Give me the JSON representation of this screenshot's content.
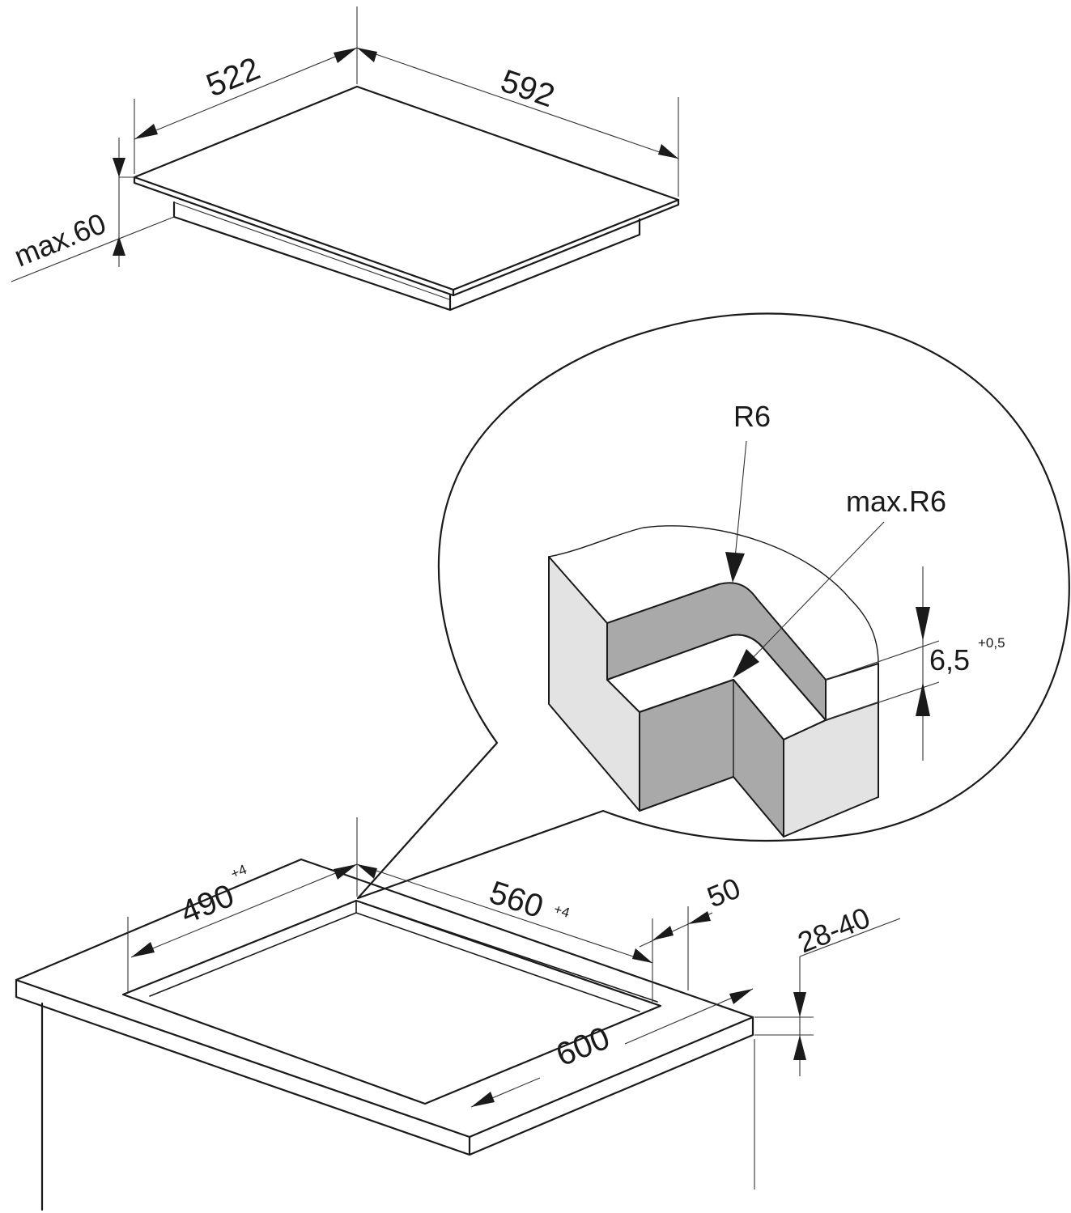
{
  "hob": {
    "depth_label": "522",
    "width_label": "592",
    "height_label": "max.60"
  },
  "detail": {
    "outer_radius_label": "R6",
    "inner_radius_label": "max.R6",
    "step_label": "6,5",
    "step_tolerance": "+0,5"
  },
  "cutout": {
    "depth_label": "490",
    "depth_tolerance": "+4",
    "width_label": "560",
    "width_tolerance": "+4",
    "rear_gap_label": "50",
    "worktop_thickness_label": "28-40",
    "worktop_depth_label": "600"
  },
  "colors": {
    "line": "#1a1a1a",
    "shade_light": "#e3e3e3",
    "shade_dark": "#a9a9a9"
  }
}
